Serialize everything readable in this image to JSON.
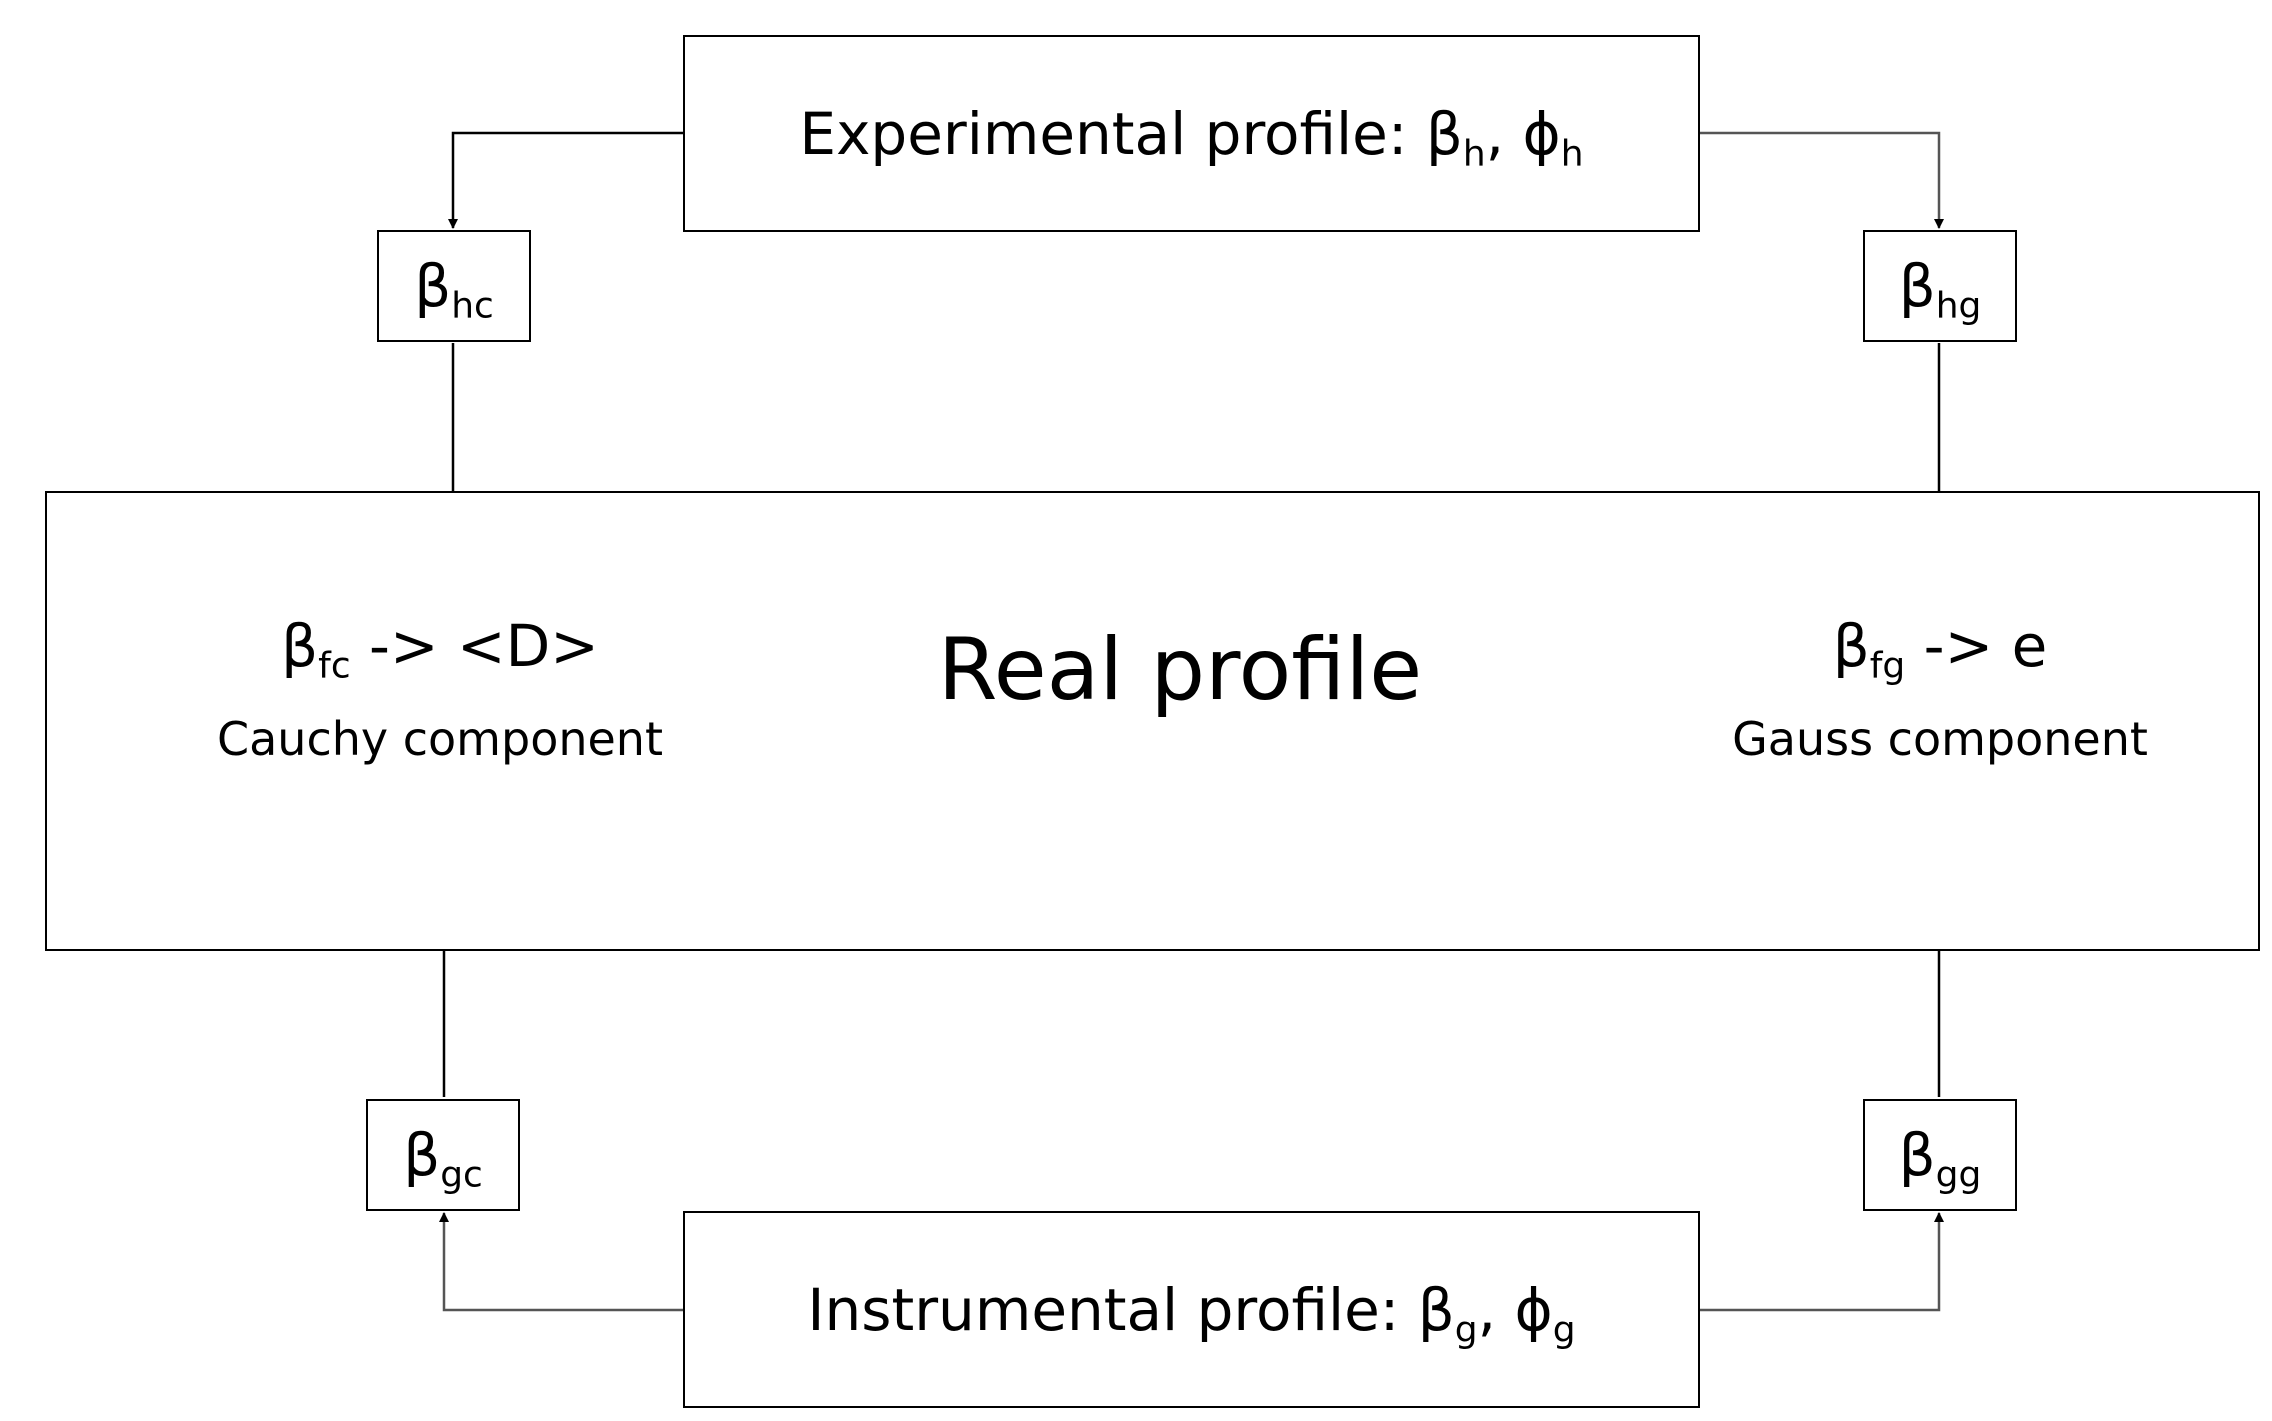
{
  "experimental": {
    "label": "Experimental profile: ",
    "beta": "β",
    "beta_sub": "h",
    "sep": ", ",
    "phi": "ϕ",
    "phi_sub": "h"
  },
  "instrumental": {
    "label": "Instrumental profile: ",
    "beta": "β",
    "beta_sub": "g",
    "sep": ", ",
    "phi": "ϕ",
    "phi_sub": "g"
  },
  "beta_hc": {
    "sym": "β",
    "sub": "hc"
  },
  "beta_hg": {
    "sym": "β",
    "sub": "hg"
  },
  "beta_gc": {
    "sym": "β",
    "sub": "gc"
  },
  "beta_gg": {
    "sym": "β",
    "sub": "gg"
  },
  "real_profile": {
    "title": "Real profile",
    "left": {
      "sym": "β",
      "sub": "fc",
      "rest": " -> <D>",
      "caption": "Cauchy component"
    },
    "right": {
      "sym": "β",
      "sub": "fg",
      "rest": " -> e",
      "caption": "Gauss component"
    }
  }
}
